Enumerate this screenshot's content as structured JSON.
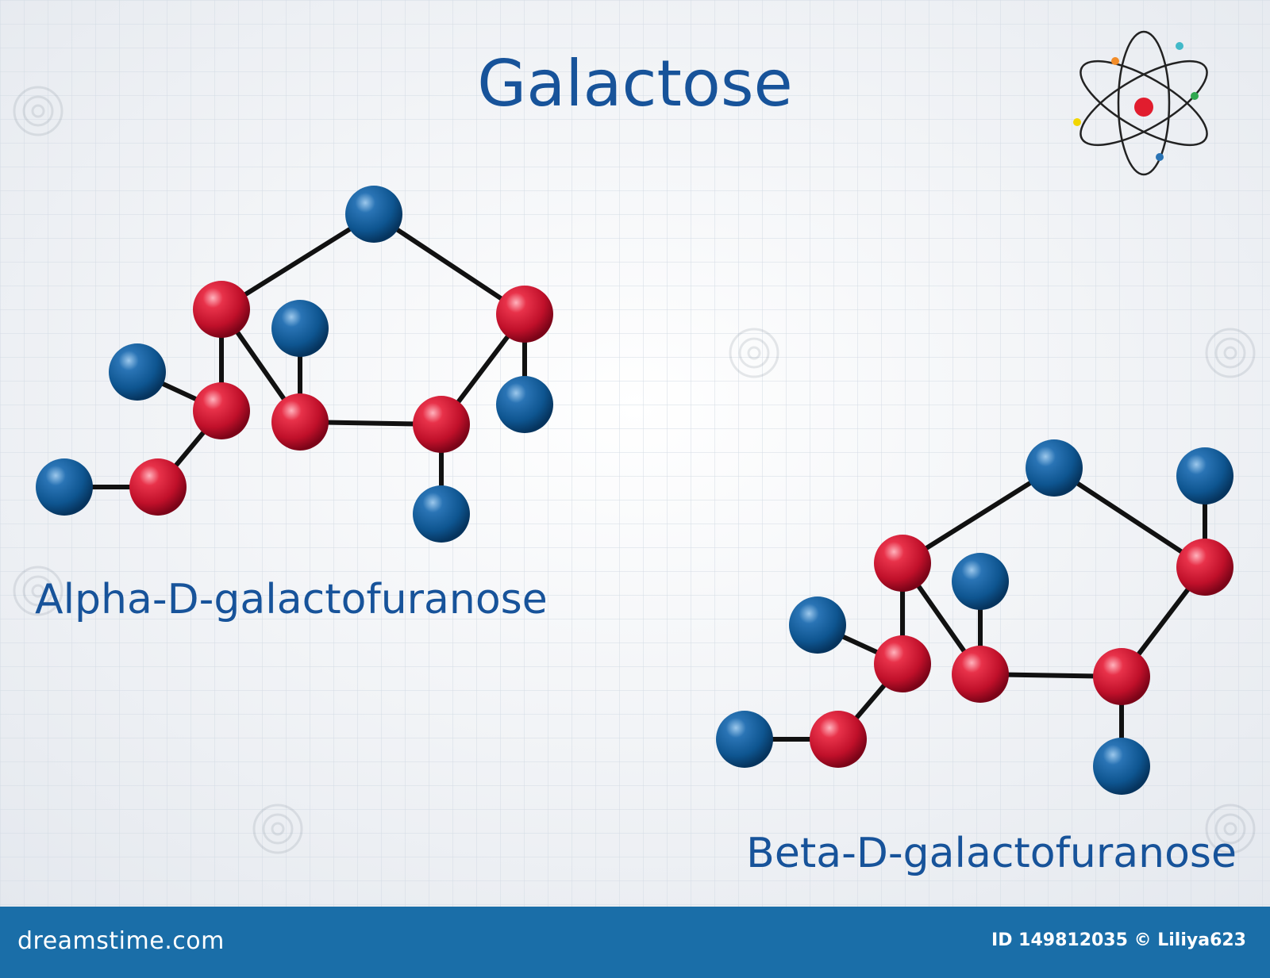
{
  "title": "Galactose",
  "molecules": [
    {
      "name": "Alpha-D-galactofuranose"
    },
    {
      "name": "Beta-D-galactofuranose"
    }
  ],
  "colors": {
    "title_text": "#17539a",
    "oxygen_atom": "#c8102e",
    "carbon_atom": "#0f5a94",
    "bond": "#111111",
    "footer_bg": "#1a6ea8"
  },
  "icons": [
    "atom-icon",
    "dreamstime-watermark-icon"
  ],
  "footer": {
    "brand": "dreamstime.com",
    "image_id": "ID 149812035 © Liliya623"
  }
}
